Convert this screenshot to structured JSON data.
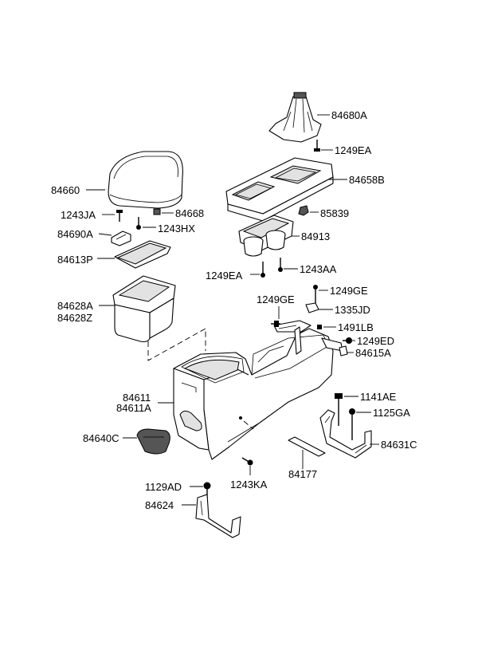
{
  "callouts": {
    "c84680A": "84680A",
    "c1249EA_top": "1249EA",
    "c84658B": "84658B",
    "c85839": "85839",
    "c84913": "84913",
    "c1249EA_mid": "1249EA",
    "c1243AA": "1243AA",
    "c84660": "84660",
    "c1243JA": "1243JA",
    "c84668": "84668",
    "c1243HX": "1243HX",
    "c84690A": "84690A",
    "c84613P": "84613P",
    "c84628A": "84628A",
    "c84628Z": "84628Z",
    "c1249GE_right": "1249GE",
    "c1249GE_left": "1249GE",
    "c1335JD": "1335JD",
    "c1491LB": "1491LB",
    "c1249ED": "1249ED",
    "c84615A": "84615A",
    "c84611": "84611",
    "c84611A": "84611A",
    "c1141AE": "1141AE",
    "c1125GA": "1125GA",
    "c84640C": "84640C",
    "c84631C": "84631C",
    "c84177": "84177",
    "c1243KA": "1243KA",
    "c1129AD": "1129AD",
    "c84624": "84624"
  }
}
